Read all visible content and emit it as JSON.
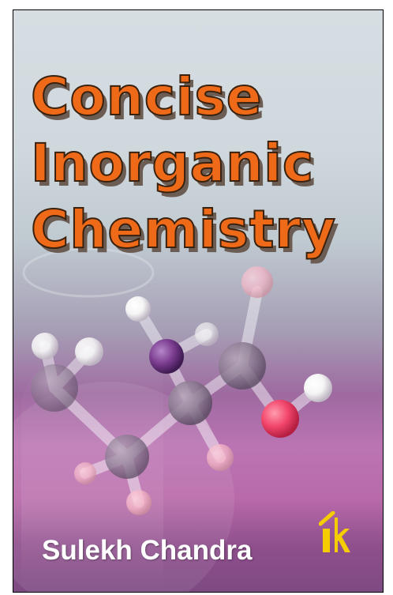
{
  "book": {
    "title_lines": [
      "Concise",
      "Inorganic",
      "Chemistry"
    ],
    "author": "Sulekh Chandra"
  },
  "colors": {
    "title_fill": "#ef6a18",
    "title_outline": "#39210d",
    "title_shadow": "#6c5d54",
    "author_text": "#ffffff",
    "molecule_red": "#f2466b",
    "molecule_white": "#f5f5f5",
    "molecule_purple": "#7c3d91",
    "logo_yellow": "#f4cc00"
  },
  "icons": {
    "publisher_logo": "ik-logo",
    "decoration": "molecule-model"
  }
}
